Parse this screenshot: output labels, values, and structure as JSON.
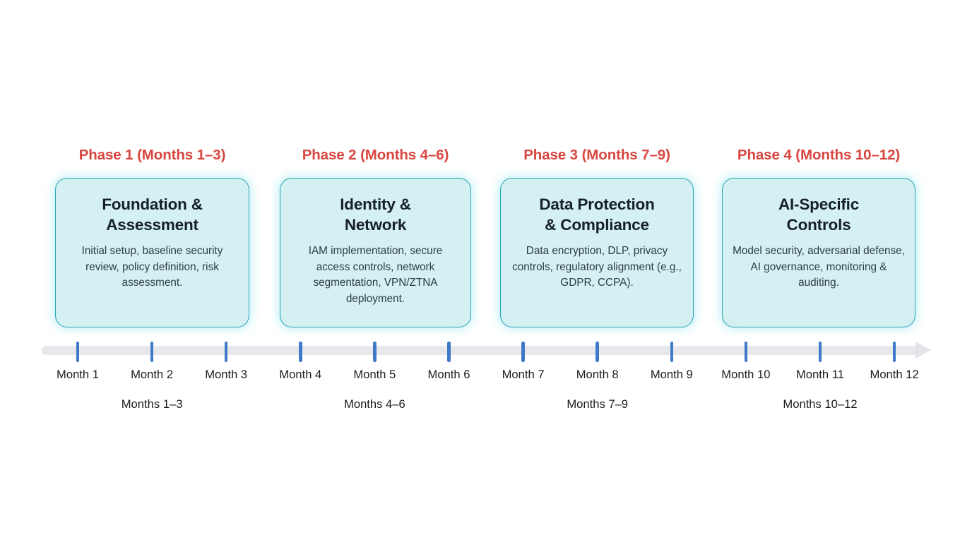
{
  "diagram": {
    "type": "timeline",
    "colors": {
      "phase_label": "#d9453f",
      "card_border": "#26a3b4",
      "card_fill": "#d4f0f2",
      "card_title": "#161f2b",
      "card_text": "#2d3c46",
      "axis_line": "#e7e8ec",
      "tick": "#4079c8",
      "background": "#ffffff"
    },
    "phases": [
      {
        "label": "Phase 1 (Months 1–3)",
        "title": "Foundation &\nAssessment",
        "title_line1": "Foundation &",
        "title_line2": "Assessment",
        "description": "Initial setup, baseline security review, policy definition, risk assessment.",
        "span_caption": "Months 1–3",
        "months": [
          "Month 1",
          "Month 2",
          "Month 3"
        ]
      },
      {
        "label": "Phase 2 (Months 4–6)",
        "title": "Identity &\nNetwork",
        "title_line1": "Identity &",
        "title_line2": "Network",
        "description": "IAM implementation, secure access controls, network segmentation, VPN/ZTNA deployment.",
        "span_caption": "Months 4–6",
        "months": [
          "Month 4",
          "Month 5",
          "Month 6"
        ]
      },
      {
        "label": "Phase 3 (Months 7–9)",
        "title": "Data Protection\n& Compliance",
        "title_line1": "Data Protection",
        "title_line2": "& Compliance",
        "description": "Data encryption, DLP, privacy controls, regulatory alignment (e.g., GDPR, CCPA).",
        "span_caption": "Months 7–9",
        "months": [
          "Month 7",
          "Month 8",
          "Month 9"
        ]
      },
      {
        "label": "Phase 4 (Months 10–12)",
        "title": "AI-Specific\nControls",
        "title_line1": "AI-Specific",
        "title_line2": "Controls",
        "description": "Model security, adversarial defense, AI governance, monitoring & auditing.",
        "span_caption": "Months 10–12",
        "months": [
          "Month 10",
          "Month 11",
          "Month 12"
        ]
      }
    ],
    "axis": {
      "month_labels": [
        "Month 1",
        "Month 2",
        "Month 3",
        "Month 4",
        "Month 5",
        "Month 6",
        "Month 7",
        "Month 8",
        "Month 9",
        "Month 10",
        "Month 11",
        "Month 12"
      ],
      "span_captions": [
        "Months 1–3",
        "Months 4–6",
        "Months 7–9",
        "Months 10–12"
      ],
      "direction": "left-to-right",
      "arrow_icon": "arrow-right-icon"
    }
  }
}
